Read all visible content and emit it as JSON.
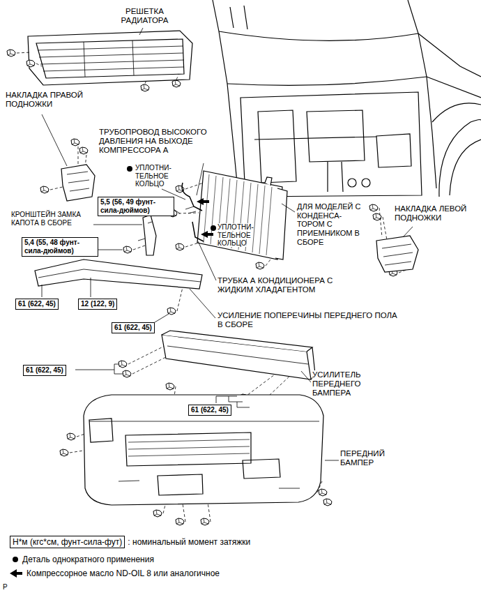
{
  "diagram": {
    "nodes": [
      {
        "text": [
          "5,5 (56, 49 фунт-сила-дюймов)"
        ]
      },
      {
        "text": [
          "5,4 (55, 48 фунт-сила-дюймов)"
        ]
      },
      {
        "text": [
          "61 (622, 45)"
        ]
      },
      {
        "text": [
          "12 (122, 9)"
        ]
      },
      {
        "text": [
          "61 (622, 45)"
        ]
      },
      {
        "text": [
          "61 (622, 45)"
        ]
      },
      {
        "text": [
          "61 (622, 45)"
        ]
      },
      {
        "text": [
          "Н*м (кгс*см, фунт-сила-фут)"
        ]
      }
    ],
    "labels": [
      "РЕШЕТКА РАДИАТОРА",
      "НАКЛАДКА ПРАВОЙ ПОДНОЖКИ",
      "ТРУБОПРОВОД ВЫСОКОГО ДАВЛЕНИЯ НА ВЫХОДЕ КОМПРЕССОРА А",
      "УПЛОТНИ- ТЕЛЬНОЕ КОЛЬЦО",
      "ДЛЯ МОДЕЛЕЙ С КОНДЕНСА- ТОРОМ С ПРИЕМНИКОМ В СБОРЕ",
      "НАКЛАДКА ЛЕВОЙ ПОДНОЖКИ",
      "КРОНШТЕЙН ЗАМКА КАПОТА В СБОРЕ",
      "УПЛОТНИ- ТЕЛЬНОЕ КОЛЬЦО",
      "ТРУБКА А КОНДИЦИОНЕРА С ЖИДКИМ ХЛАДАГЕНТОМ",
      "УСИЛЕНИЕ ПОПЕРЕЧИНЫ ПЕРЕДНЕГО ПОЛА В СБОРЕ",
      "УСИЛИТЕЛЬ ПЕРЕДНЕГО БАМПЕРА",
      "ПЕРЕДНИЙ БАМПЕР",
      "P"
    ],
    "legend": [
      {
        "text": ": номинальный момент затяжки"
      },
      {
        "text": "Деталь однократного применения"
      },
      {
        "text": "Компрессорное масло ND-OIL 8 или аналогичное"
      }
    ]
  }
}
